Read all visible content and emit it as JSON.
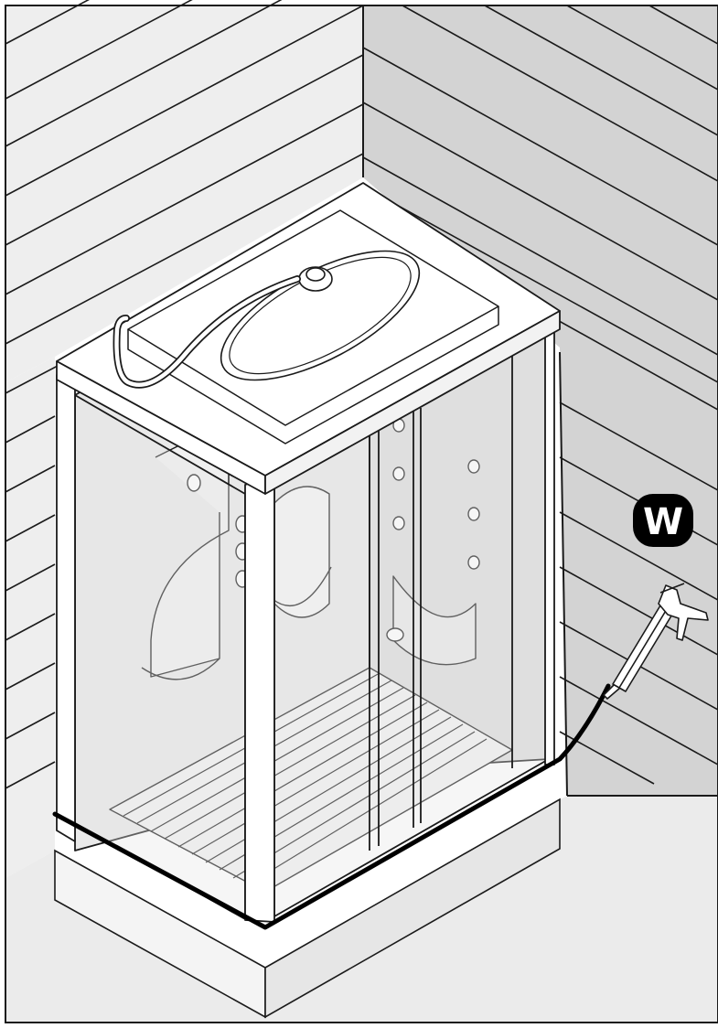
{
  "figure": {
    "kind": "installation-step-illustration",
    "subject": "shower-cabin",
    "tool": "sealant-caulking-gun",
    "step_badge": {
      "letter": "W"
    }
  },
  "colors": {
    "outline": "#1a1a1a",
    "left_wall": "#eeeeee",
    "right_wall": "#d3d3d3",
    "floor": "#ebebeb",
    "tray": "#f4f4f4",
    "glass": "#e4e4e4",
    "cabin_white": "#ffffff",
    "sealant_bead": "#000000",
    "badge_fill": "#000000",
    "badge_text": "#ffffff"
  }
}
